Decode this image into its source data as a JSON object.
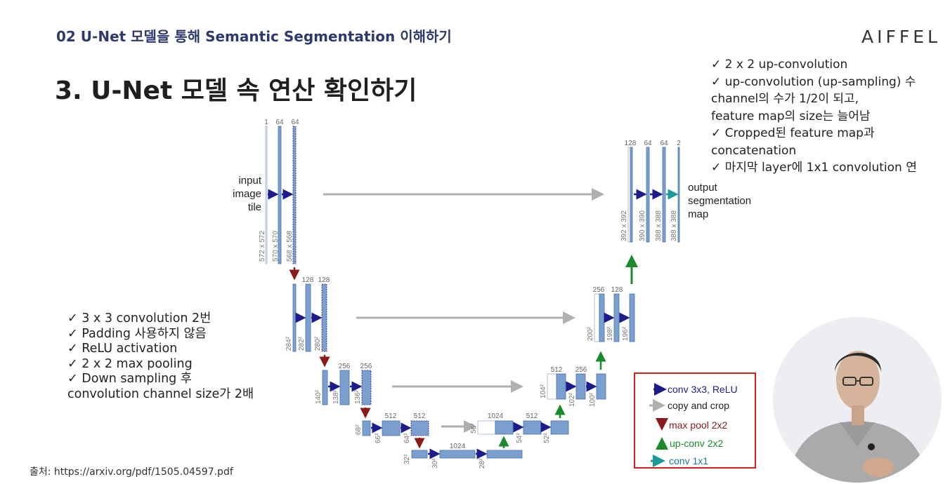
{
  "header": {
    "subtitle": "02 U-Net 모델을 통해 Semantic Segmentation 이해하기",
    "brand": "AIFFEL",
    "title": "3. U-Net 모델 속 연산 확인하기"
  },
  "right_notes": [
    "✓  2 x 2 up-convolution",
    "    ✓  up-convolution  (up-sampling) 수",
    "        channel의 수가 1/2이 되고,",
    "        feature map의 size는 늘어남",
    "✓  Cropped된 feature map과",
    "    concatenation",
    "✓  마지막 layer에 1x1 convolution 연"
  ],
  "left_notes": [
    "✓   3 x 3 convolution 2번",
    "✓   Padding 사용하지 않음",
    "✓   ReLU activation",
    "✓   2 x 2 max pooling",
    "✓   Down sampling 후",
    "      convolution channel size가 2배"
  ],
  "source": "출처: https://arxiv.org/pdf/1505.04597.pdf",
  "diagram": {
    "input_label": [
      "input",
      "image",
      "tile"
    ],
    "output_label": [
      "output",
      "segmentation",
      "map"
    ],
    "level1": {
      "channels": [
        "1",
        "64",
        "64"
      ],
      "sizes": [
        "572 x 572",
        "570 x 570",
        "568 x 568"
      ]
    },
    "level2": {
      "channels": [
        "128",
        "128"
      ],
      "sizes": [
        "284²",
        "282²",
        "280²"
      ]
    },
    "level3": {
      "channels": [
        "256",
        "256"
      ],
      "sizes": [
        "140²",
        "138²",
        "136²"
      ]
    },
    "level4": {
      "channels": [
        "512",
        "512"
      ],
      "sizes": [
        "68²",
        "66²",
        "64²"
      ]
    },
    "level5": {
      "channels": [
        "1024"
      ],
      "sizes": [
        "32²",
        "30²",
        "28²"
      ]
    },
    "up4": {
      "channels": [
        "1024",
        "512"
      ],
      "sizes": [
        "56²",
        "54²",
        "52²"
      ]
    },
    "up3": {
      "channels": [
        "512",
        "256"
      ],
      "sizes": [
        "104²",
        "102²",
        "100²"
      ]
    },
    "up2": {
      "channels": [
        "256",
        "128"
      ],
      "sizes": [
        "200²",
        "198²",
        "196²"
      ]
    },
    "up1": {
      "channels": [
        "128",
        "64",
        "64",
        "2"
      ],
      "sizes": [
        "392 x 392",
        "390 x 390",
        "388 x 388",
        "388 x 388"
      ]
    }
  },
  "legend": [
    {
      "label": "conv 3x3, ReLU",
      "color": "#1c1c8a",
      "icon": "arrow-right-icon"
    },
    {
      "label": "copy and crop",
      "color": "#b0b0b0",
      "icon": "arrow-right-icon"
    },
    {
      "label": "max pool 2x2",
      "color": "#8b1a1a",
      "icon": "arrow-down-icon"
    },
    {
      "label": "up-conv 2x2",
      "color": "#1a8a2a",
      "icon": "arrow-up-icon"
    },
    {
      "label": "conv 1x1",
      "color": "#1a9a9a",
      "icon": "arrow-right-icon"
    }
  ],
  "colors": {
    "block": "#7ba0d0",
    "block_edge": "#4a72a8",
    "conv": "#1c1c8a",
    "copy": "#b0b0b0",
    "pool": "#8b1a1a",
    "upconv": "#1a8a2a",
    "conv1x1": "#1a9a9a",
    "legend_border": "#d71e1e"
  }
}
